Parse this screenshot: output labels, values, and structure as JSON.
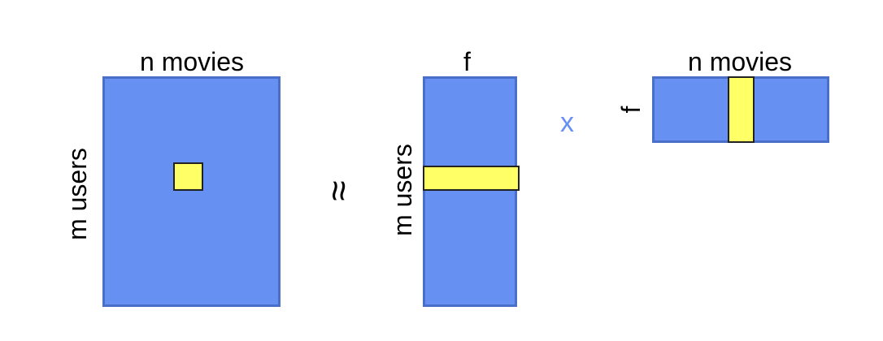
{
  "ratings_matrix": {
    "col_label": "n movies",
    "row_label": "m users"
  },
  "approx_symbol": "≈",
  "user_factors": {
    "col_label": "f",
    "row_label": "m users"
  },
  "times_symbol": "x",
  "times_color": "#6690f2",
  "item_factors": {
    "col_label": "n movies",
    "row_label": "f"
  },
  "colors": {
    "matrix_fill": "#6690f2",
    "matrix_border": "#4a6fc9",
    "highlight_fill": "#ffff66"
  }
}
